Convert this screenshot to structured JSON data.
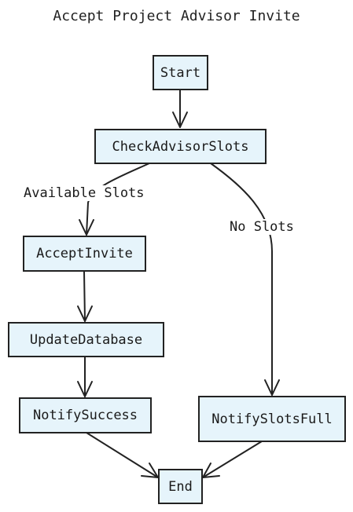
{
  "diagram": {
    "title": "Accept Project Advisor Invite",
    "node_fill": "#e6f4fb",
    "stroke_color": "#222222",
    "nodes": {
      "start": "Start",
      "check_slots": "CheckAdvisorSlots",
      "accept_invite": "AcceptInvite",
      "update_database": "UpdateDatabase",
      "notify_success": "NotifySuccess",
      "notify_slots_full": "NotifySlotsFull",
      "end": "End"
    },
    "edge_labels": {
      "available": "Available Slots",
      "no_slots": "No Slots"
    },
    "edges": [
      {
        "from": "start",
        "to": "check_slots"
      },
      {
        "from": "check_slots",
        "to": "accept_invite",
        "label": "available"
      },
      {
        "from": "check_slots",
        "to": "notify_slots_full",
        "label": "no_slots"
      },
      {
        "from": "accept_invite",
        "to": "update_database"
      },
      {
        "from": "update_database",
        "to": "notify_success"
      },
      {
        "from": "notify_success",
        "to": "end"
      },
      {
        "from": "notify_slots_full",
        "to": "end"
      }
    ]
  }
}
